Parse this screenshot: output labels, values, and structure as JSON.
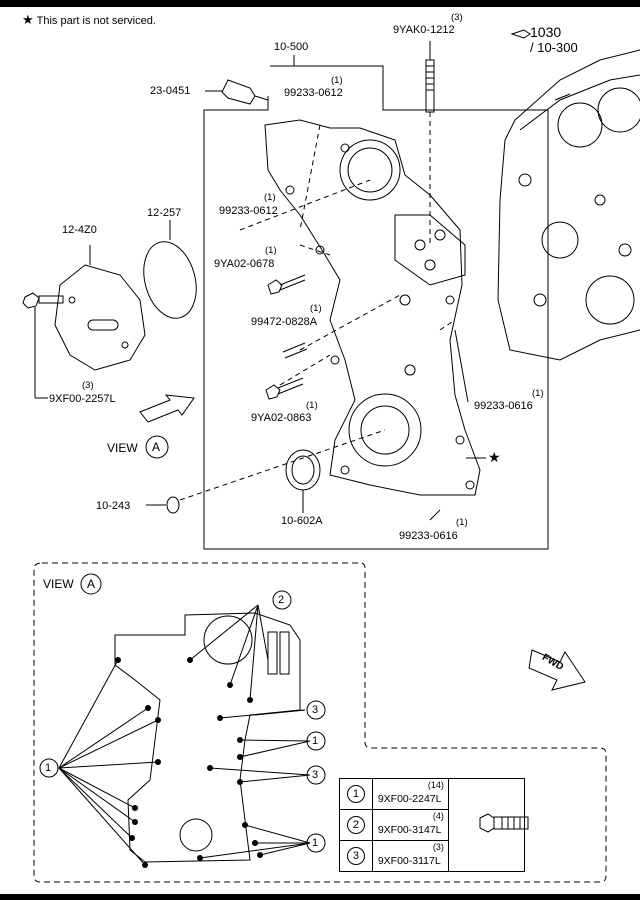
{
  "note": {
    "star": "★",
    "text": "This part is not serviced."
  },
  "ref": {
    "section": "1030",
    "sub": "/ 10-300"
  },
  "labels": {
    "p10_500": "10-500",
    "p9yak": "9YAK0-1212",
    "p9yak_q": "(3)",
    "p23_0451": "23-0451",
    "p99233_0612a": "99233-0612",
    "p99233_0612a_q": "(1)",
    "p12_257": "12-257",
    "p12_4z0": "12-4Z0",
    "p99233_0612b": "99233-0612",
    "p99233_0612b_q": "(1)",
    "p9ya02_0678": "9YA02-0678",
    "p9ya02_0678_q": "(1)",
    "p99472": "99472-0828A",
    "p99472_q": "(1)",
    "p9xf00_2257": "9XF00-2257L",
    "p9xf00_2257_q": "(3)",
    "p9ya02_0863": "9YA02-0863",
    "p9ya02_0863_q": "(1)",
    "p99233_0616a": "99233-0616",
    "p99233_0616a_q": "(1)",
    "view_a": "VIEW",
    "view_a_letter": "A",
    "p10_243": "10-243",
    "p10_602a": "10-602A",
    "p99233_0616b": "99233-0616",
    "p99233_0616b_q": "(1)",
    "star": "★"
  },
  "detail": {
    "title": "VIEW",
    "letter": "A",
    "callouts": [
      "1",
      "2",
      "3",
      "1",
      "3",
      "1"
    ],
    "fwd": "FWD"
  },
  "parts_table": [
    {
      "num": "1",
      "qty": "(14)",
      "part": "9XF00-2247L"
    },
    {
      "num": "2",
      "qty": "(4)",
      "part": "9XF00-3147L"
    },
    {
      "num": "3",
      "qty": "(3)",
      "part": "9XF00-3117L"
    }
  ]
}
